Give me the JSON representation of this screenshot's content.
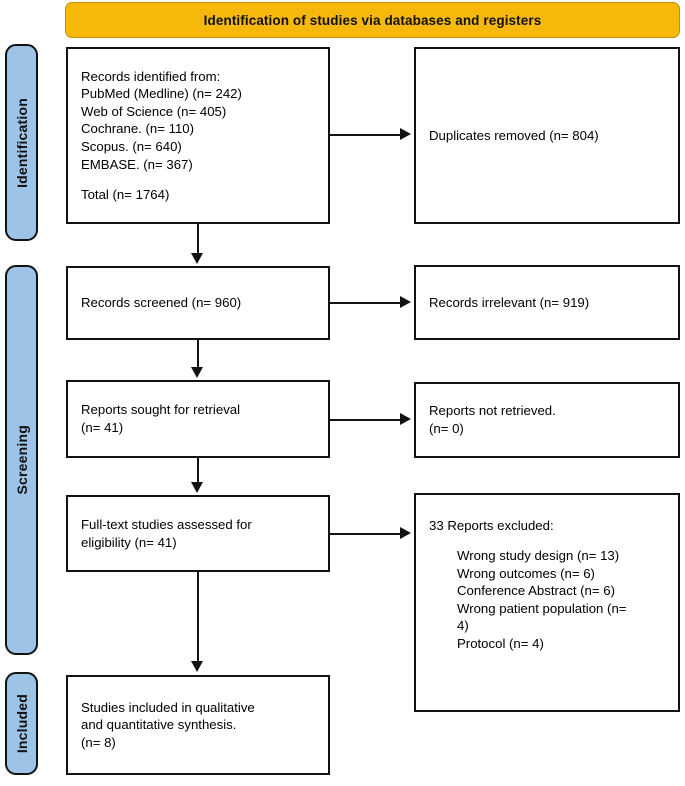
{
  "banner": {
    "title": "Identification of studies via databases and registers",
    "color": "#F5B80B"
  },
  "stages": {
    "identification": "Identification",
    "screening": "Screening",
    "included": "Included",
    "color": "#9DC3E6"
  },
  "boxes": {
    "identified": {
      "heading": "Records identified from:",
      "sources": [
        "PubMed (Medline) (n= 242)",
        "Web of Science (n= 405)",
        "Cochrane. (n= 110)",
        "Scopus. (n= 640)",
        "EMBASE. (n= 367)"
      ],
      "total": "Total (n= 1764)"
    },
    "duplicates": {
      "text": "Duplicates removed (n= 804)"
    },
    "screened": {
      "text": "Records screened (n= 960)"
    },
    "irrelevant": {
      "text": "Records irrelevant (n= 919)"
    },
    "sought": {
      "line1": "Reports sought for retrieval",
      "line2": "(n= 41)"
    },
    "not_retrieved": {
      "line1": "Reports not retrieved.",
      "line2": "(n= 0)"
    },
    "fulltext": {
      "line1": "Full-text studies assessed for",
      "line2": "eligibility (n= 41)"
    },
    "excluded": {
      "heading": "33 Reports excluded:",
      "reasons": [
        "Wrong study design (n= 13)",
        "Wrong outcomes (n= 6)",
        "Conference Abstract (n= 6)",
        "Wrong patient population (n=",
        "4)",
        "Protocol (n= 4)"
      ]
    },
    "included_final": {
      "line1": "Studies included in qualitative",
      "line2": "and quantitative synthesis.",
      "line3": "(n= 8)"
    }
  }
}
